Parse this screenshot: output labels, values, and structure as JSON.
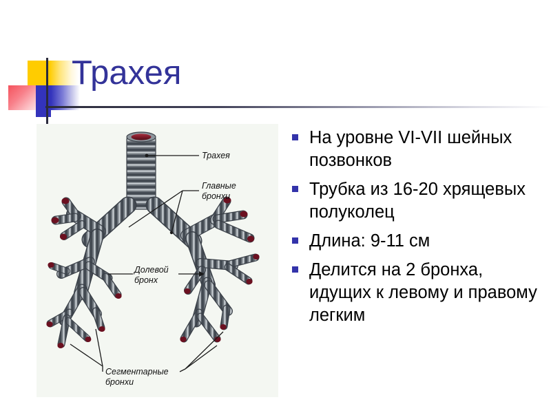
{
  "slide": {
    "title": "Трахея",
    "title_color": "#333399",
    "background_color": "#ffffff",
    "decoration": {
      "yellow_color": "#ffcc00",
      "red_color": "#f4525c",
      "blue_color": "#3333bb",
      "rule_color": "#2b2b3a"
    }
  },
  "bullets": [
    {
      "text": "На уровне VI-VII шейных позвонков",
      "marker": "square-bullet"
    },
    {
      "text": "Трубка из 16-20 хрящевых полуколец",
      "marker": "square-bullet"
    },
    {
      "text": "Длина: 9-11 см",
      "marker": "square-bullet"
    },
    {
      "text": "Делится на 2 бронха, идущих к левому и правому легким",
      "marker": "square-bullet"
    }
  ],
  "figure": {
    "name": "bronchial-tree-diagram",
    "background_color": "#f4f7f2",
    "cartilage_color": "#6e737a",
    "cartilage_light": "#c9ced2",
    "tip_color": "#6b1020",
    "lumen_color": "#8e2233",
    "labels": [
      {
        "id": "trachea",
        "text": "Трахея"
      },
      {
        "id": "main-bronchi",
        "text": "Главные бронхи",
        "line2": "бронхи",
        "line1": "Главные"
      },
      {
        "id": "lobar-bronchus",
        "text": "Долевой бронх",
        "line1": "Долевой",
        "line2": "бронх"
      },
      {
        "id": "segmental-bronchi",
        "text": "Сегментарные бронхи",
        "line1": "Сегментарные",
        "line2": "бронхи"
      }
    ]
  }
}
